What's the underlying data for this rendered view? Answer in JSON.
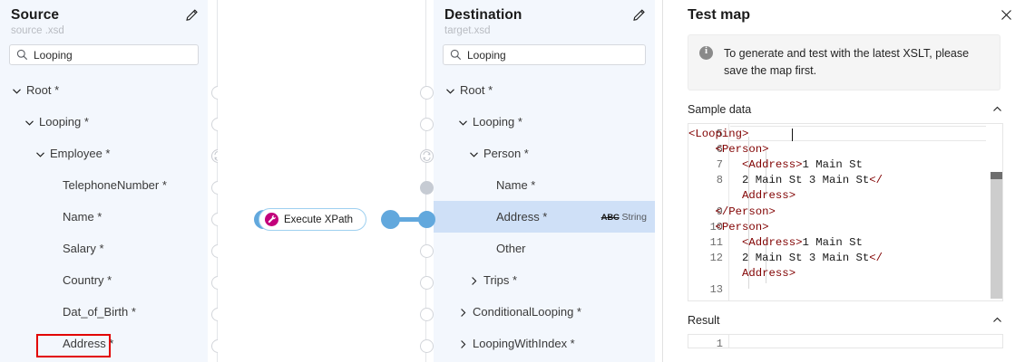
{
  "source_panel": {
    "title": "Source",
    "subtitle": "source .xsd",
    "edit_icon": "pencil-icon",
    "search": {
      "value": "Looping",
      "placeholder": "Search"
    },
    "tree": [
      {
        "label": "Root *",
        "indent": 0,
        "chevron": "down",
        "dot": "empty"
      },
      {
        "label": "Looping *",
        "indent": 1,
        "chevron": "down",
        "dot": "empty"
      },
      {
        "label": "Employee *",
        "indent": 2,
        "chevron": "down",
        "dot": "loop"
      },
      {
        "label": "TelephoneNumber *",
        "indent": 3,
        "chevron": "none",
        "dot": "empty"
      },
      {
        "label": "Name *",
        "indent": 3,
        "chevron": "none",
        "dot": "empty"
      },
      {
        "label": "Salary *",
        "indent": 3,
        "chevron": "none",
        "dot": "empty"
      },
      {
        "label": "Country *",
        "indent": 3,
        "chevron": "none",
        "dot": "empty"
      },
      {
        "label": "Dat_of_Birth *",
        "indent": 3,
        "chevron": "none",
        "dot": "empty"
      },
      {
        "label": "Address *",
        "indent": 3,
        "chevron": "none",
        "dot": "empty",
        "annotated": true
      }
    ]
  },
  "destination_panel": {
    "title": "Destination",
    "subtitle": "target.xsd",
    "edit_icon": "pencil-icon",
    "search": {
      "value": "Looping",
      "placeholder": "Search"
    },
    "tree": [
      {
        "label": "Root *",
        "indent": 0,
        "chevron": "down",
        "dot": "empty"
      },
      {
        "label": "Looping *",
        "indent": 1,
        "chevron": "down",
        "dot": "empty"
      },
      {
        "label": "Person *",
        "indent": 2,
        "chevron": "down",
        "dot": "loop"
      },
      {
        "label": "Name *",
        "indent": 3,
        "chevron": "none",
        "dot": "gray"
      },
      {
        "label": "Address *",
        "indent": 3,
        "chevron": "none",
        "dot": "blue",
        "selected": true,
        "type": "String",
        "type_badge": "ABC"
      },
      {
        "label": "Other",
        "indent": 3,
        "chevron": "none",
        "dot": "empty"
      },
      {
        "label": "Trips *",
        "indent": 2,
        "chevron": "right",
        "dot": "empty"
      },
      {
        "label": "ConditionalLooping *",
        "indent": 1,
        "chevron": "right",
        "dot": "empty"
      },
      {
        "label": "LoopingWithIndex *",
        "indent": 1,
        "chevron": "right",
        "dot": "empty"
      }
    ]
  },
  "canvas": {
    "node": {
      "label": "Execute XPath",
      "icon": "xpath-tool-icon",
      "icon_color": "#c2007b"
    },
    "accent_color": "#62a8dd"
  },
  "test_panel": {
    "title": "Test map",
    "close_icon": "close-icon",
    "info": {
      "icon": "info-icon",
      "text": "To generate and test with the latest XSLT, please save the map first."
    },
    "sample_data": {
      "label": "Sample data",
      "caret": "chevron-up-icon",
      "lines": [
        {
          "n": "5",
          "segments": [
            {
              "t": "<Looping>",
              "k": "tag"
            }
          ],
          "current": true
        },
        {
          "n": "6",
          "segments": [
            {
              "t": "    <Person>",
              "k": "tag"
            }
          ]
        },
        {
          "n": "7",
          "segments": [
            {
              "t": "        <Address>",
              "k": "tag"
            },
            {
              "t": "1 Main St",
              "k": "txt"
            }
          ]
        },
        {
          "n": "8",
          "segments": [
            {
              "t": "        2 Main St 3 Main St",
              "k": "txt"
            },
            {
              "t": "</",
              "k": "tag"
            }
          ]
        },
        {
          "n": "",
          "segments": [
            {
              "t": "        Address>",
              "k": "tag"
            }
          ]
        },
        {
          "n": "9",
          "segments": [
            {
              "t": "    </Person>",
              "k": "tag"
            }
          ]
        },
        {
          "n": "10",
          "segments": [
            {
              "t": "    <Person>",
              "k": "tag"
            }
          ]
        },
        {
          "n": "11",
          "segments": [
            {
              "t": "        <Address>",
              "k": "tag"
            },
            {
              "t": "1 Main St",
              "k": "txt"
            }
          ]
        },
        {
          "n": "12",
          "segments": [
            {
              "t": "        2 Main St 3 Main St",
              "k": "txt"
            },
            {
              "t": "</",
              "k": "tag"
            }
          ]
        },
        {
          "n": "",
          "segments": [
            {
              "t": "        Address>",
              "k": "tag"
            }
          ]
        },
        {
          "n": "13",
          "segments": [
            {
              "t": "",
              "k": "tag"
            }
          ]
        }
      ]
    },
    "result": {
      "label": "Result",
      "caret": "chevron-up-icon",
      "line_number": "1",
      "ghost_text": ""
    }
  }
}
